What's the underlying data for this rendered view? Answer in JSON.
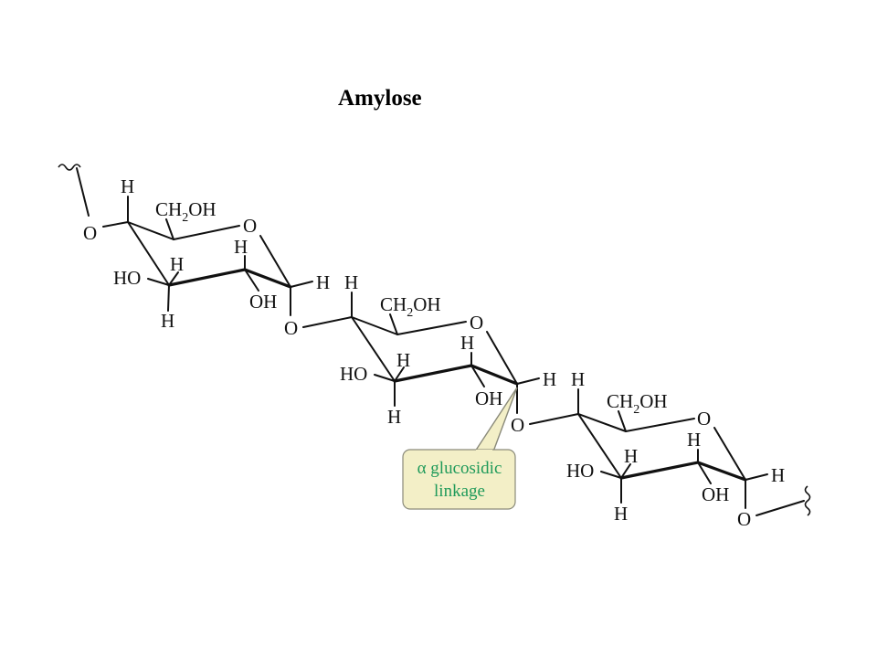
{
  "title": "Amylose",
  "atoms": {
    "H": "H",
    "O": "O",
    "HO": "HO",
    "OH": "OH",
    "CH": "CH",
    "two": "2",
    "OH_tail": "OH"
  },
  "callout": {
    "line1": "α glucosidic",
    "line2": "linkage"
  },
  "colors": {
    "callout_fill": "#f3efc7",
    "callout_text": "#1f9a5a"
  }
}
